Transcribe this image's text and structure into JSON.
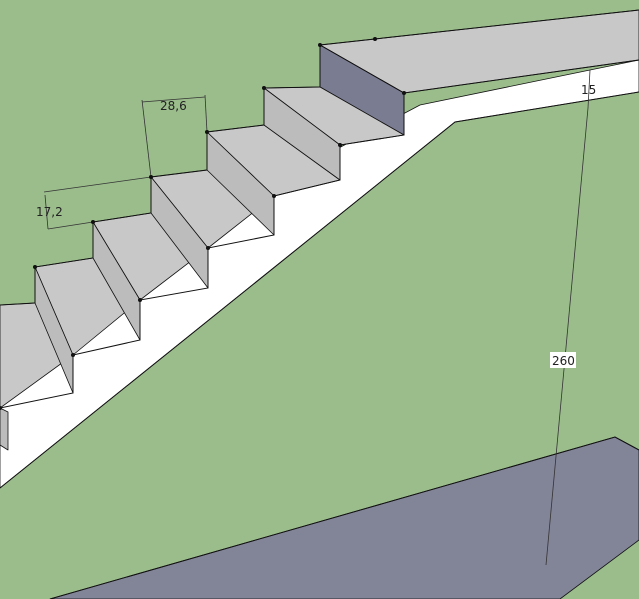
{
  "colors": {
    "background": "#9bbd8c",
    "tread": "#c8c8c8",
    "riser_light": "#bcbcbc",
    "riser_dark": "#7a7c92",
    "underside": "#ffffff",
    "floor": "#828498",
    "edge": "#111111"
  },
  "dimensions": {
    "tread_depth": "28,6",
    "riser_height": "17,2",
    "slab_thickness": "15",
    "headroom": "260"
  }
}
